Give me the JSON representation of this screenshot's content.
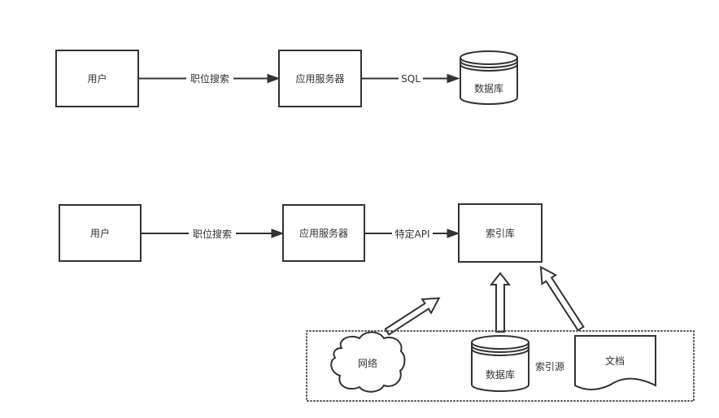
{
  "diagram": {
    "top_flow": {
      "nodes": {
        "user": "用户",
        "app_server": "应用服务器",
        "database": "数据库"
      },
      "edges": {
        "user_to_server": "职位搜索",
        "server_to_db": "SQL"
      }
    },
    "bottom_flow": {
      "nodes": {
        "user": "用户",
        "app_server": "应用服务器",
        "index_store": "索引库"
      },
      "edges": {
        "user_to_server": "职位搜索",
        "server_to_index": "特定API"
      },
      "sources_group": {
        "network": "网络",
        "database": "数据库",
        "database_note": "索引源",
        "documents": "文档"
      }
    }
  }
}
